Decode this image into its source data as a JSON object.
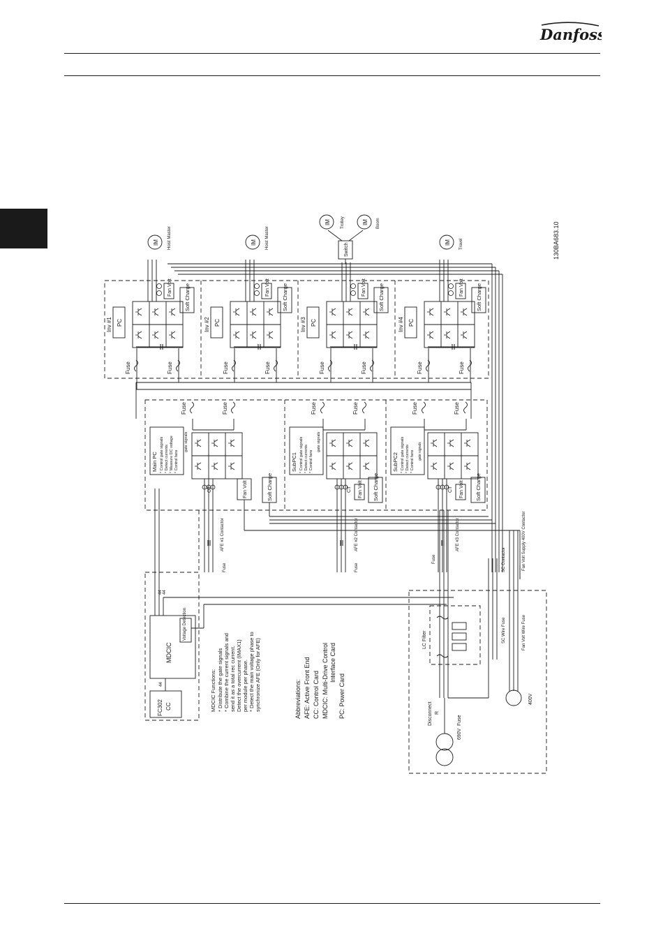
{
  "header": {
    "brand": "Danfoss"
  },
  "diagram": {
    "figure_id": "130BA683.10",
    "inverters": [
      {
        "name": "Inv #1",
        "pc": "PC",
        "fan": "Fan Volt",
        "charge": "Soft Charge",
        "fuse": "Fuse",
        "motor": "IM",
        "motor_label": "Hoist Master"
      },
      {
        "name": "Inv #2",
        "pc": "PC",
        "fan": "Fan Volt",
        "charge": "Soft Charge",
        "fuse": "Fuse",
        "motor": "IM",
        "motor_label": "Hoist Master"
      },
      {
        "name": "Inv #3",
        "pc": "PC",
        "fan": "Fan Volt",
        "charge": "Soft Charge",
        "fuse": "Fuse"
      },
      {
        "name": "Inv #4",
        "pc": "PC",
        "fan": "Fan Volt",
        "charge": "Soft Charge",
        "fuse": "Fuse",
        "motor": "IM",
        "motor_label": "Travel"
      }
    ],
    "switch": {
      "label": "Switch",
      "motors": [
        {
          "symbol": "IM",
          "label": "Trolley"
        },
        {
          "symbol": "IM",
          "label": "Boom"
        }
      ]
    },
    "afe_modules": [
      {
        "pc_title": "Main PC",
        "functions": [
          "* Control gate signals",
          "* Detect currents",
          "* Measure DC voltage",
          "* Control fans"
        ],
        "gate": "gate signals",
        "ct": "CT",
        "fan": "Fan Volt",
        "charge": "Soft Charge",
        "fuse": "Fuse",
        "contactor": "AFE #1 Contactor",
        "fuse_b": "Fuse"
      },
      {
        "pc_title": "SubPC1",
        "functions": [
          "* Control gate signals",
          "* Detect currents",
          "* Control fans"
        ],
        "gate": "gate signals",
        "ct": "CT",
        "fan": "Fan Volt",
        "charge": "Soft Charge",
        "fuse": "Fuse",
        "contactor": "AFE #2 Contactor",
        "fuse_b": "Fuse"
      },
      {
        "pc_title": "SubPC2",
        "functions": [
          "* Control gate signals",
          "* Detect currents",
          "* Control fans"
        ],
        "gate": "gate signals",
        "ct": "CT",
        "fan": "Fan Volt",
        "charge": "Soft Charge",
        "fuse": "Fuse",
        "contactor": "AFE #3 Contactor",
        "fuse_b": "Fuse"
      }
    ],
    "mdcic": {
      "label": "MDCIC",
      "voltage_detection": "Voltage Detection",
      "fc302_cc": [
        "FC302",
        "CC"
      ],
      "bus_a": "44",
      "bus_b": "44",
      "bus_c": "44",
      "functions_title": "MDCIC Functions:",
      "functions": [
        "* Distribute the gate signals",
        "* Combine the current signals and",
        "  send it as a total rec current.",
        "  Detect the overcurrent (IMAX1)",
        "  per module per phase.",
        "* Detect the main voltage phase to",
        "  synchronize AFE (Only for AFE)"
      ]
    },
    "abbreviations": {
      "title": "Abbreviations:",
      "items": [
        "AFE: Active Front End",
        "CC: Control Card",
        "MDCIC: Multi-Drive Control",
        "Interface Card",
        "PC: Power Card"
      ]
    },
    "supply": {
      "lc_filter": "LC Filter",
      "sc_contactor": "SC Contactor",
      "fan_supply": "Fan Volt Supply 400V Contactor",
      "sc_wire_fuse": "SC Wire Fuse",
      "fan_wire_fuse": "Fan Volt Wire Fuse",
      "disconnect": "Disconnect",
      "r": "R",
      "fuse": "Fuse",
      "v690": "690V",
      "v400": "400V"
    }
  }
}
